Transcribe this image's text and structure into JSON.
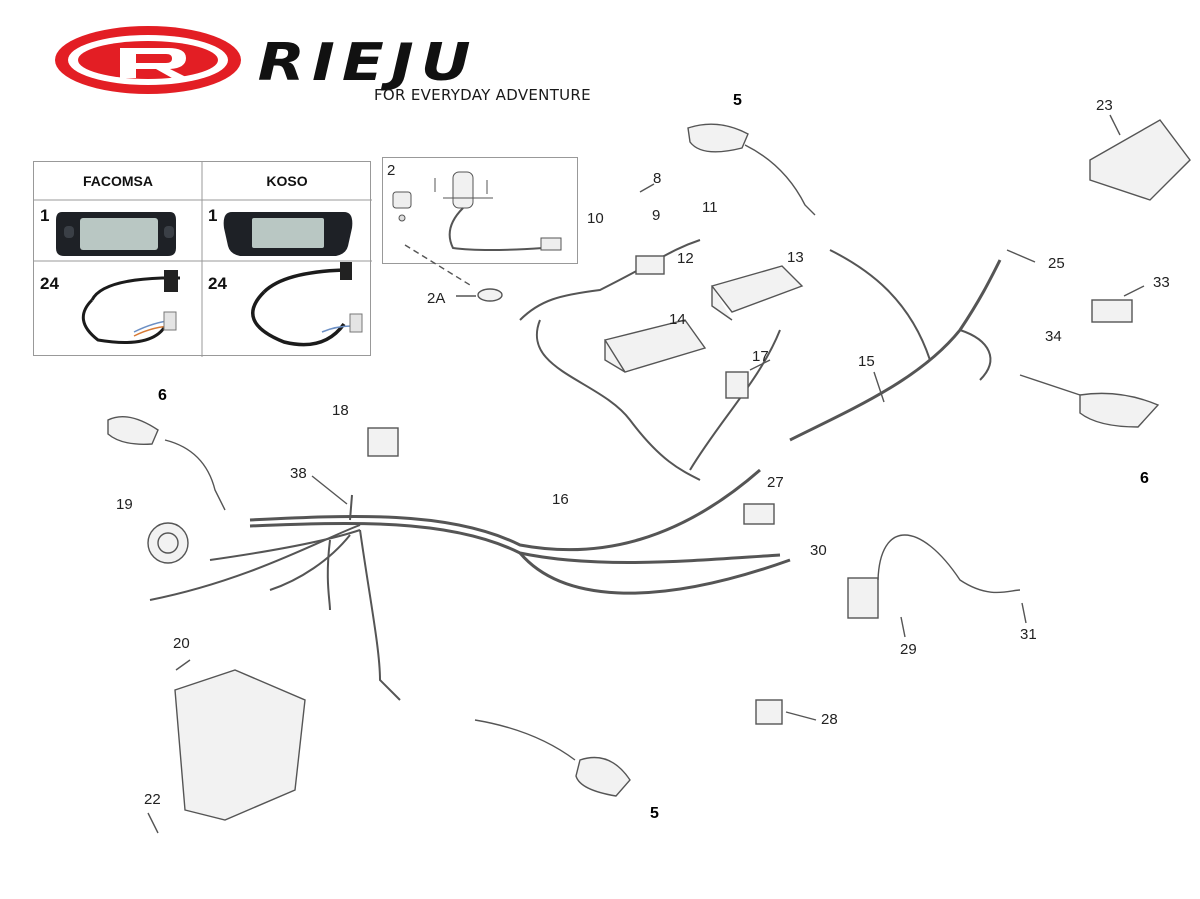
{
  "brand": {
    "logo_text": "RIEJU",
    "tagline": "FOR EVERYDAY ADVENTURE",
    "color": "#e31e24"
  },
  "inset_dashboard": {
    "columns": [
      "FACOMSA",
      "KOSO"
    ],
    "rows": [
      {
        "part": "1",
        "part2": "1"
      },
      {
        "part": "24",
        "part2": "24"
      }
    ]
  },
  "inset_ignition": {
    "part": "2",
    "sub_part": "2A"
  },
  "callouts": [
    {
      "id": "c5a",
      "label": "5",
      "bold": true
    },
    {
      "id": "c23",
      "label": "23"
    },
    {
      "id": "c8",
      "label": "8"
    },
    {
      "id": "c10",
      "label": "10"
    },
    {
      "id": "c9",
      "label": "9"
    },
    {
      "id": "c11",
      "label": "11"
    },
    {
      "id": "c12",
      "label": "12"
    },
    {
      "id": "c13",
      "label": "13"
    },
    {
      "id": "c14",
      "label": "14"
    },
    {
      "id": "c25",
      "label": "25"
    },
    {
      "id": "c33",
      "label": "33"
    },
    {
      "id": "c34",
      "label": "34"
    },
    {
      "id": "c15",
      "label": "15"
    },
    {
      "id": "c17",
      "label": "17"
    },
    {
      "id": "c6a",
      "label": "6",
      "bold": true
    },
    {
      "id": "c6b",
      "label": "6",
      "bold": true
    },
    {
      "id": "c18",
      "label": "18"
    },
    {
      "id": "c38",
      "label": "38"
    },
    {
      "id": "c19",
      "label": "19"
    },
    {
      "id": "c16",
      "label": "16"
    },
    {
      "id": "c27",
      "label": "27"
    },
    {
      "id": "c30",
      "label": "30"
    },
    {
      "id": "c31",
      "label": "31"
    },
    {
      "id": "c29",
      "label": "29"
    },
    {
      "id": "c20",
      "label": "20"
    },
    {
      "id": "c28",
      "label": "28"
    },
    {
      "id": "c22",
      "label": "22"
    },
    {
      "id": "c5b",
      "label": "5",
      "bold": true
    }
  ],
  "colors": {
    "line": "#555555",
    "part_fill": "#f2f2f2",
    "part_stroke": "#6a6a6a",
    "display_dark": "#1e2126",
    "display_screen": "#b9c7c3"
  }
}
